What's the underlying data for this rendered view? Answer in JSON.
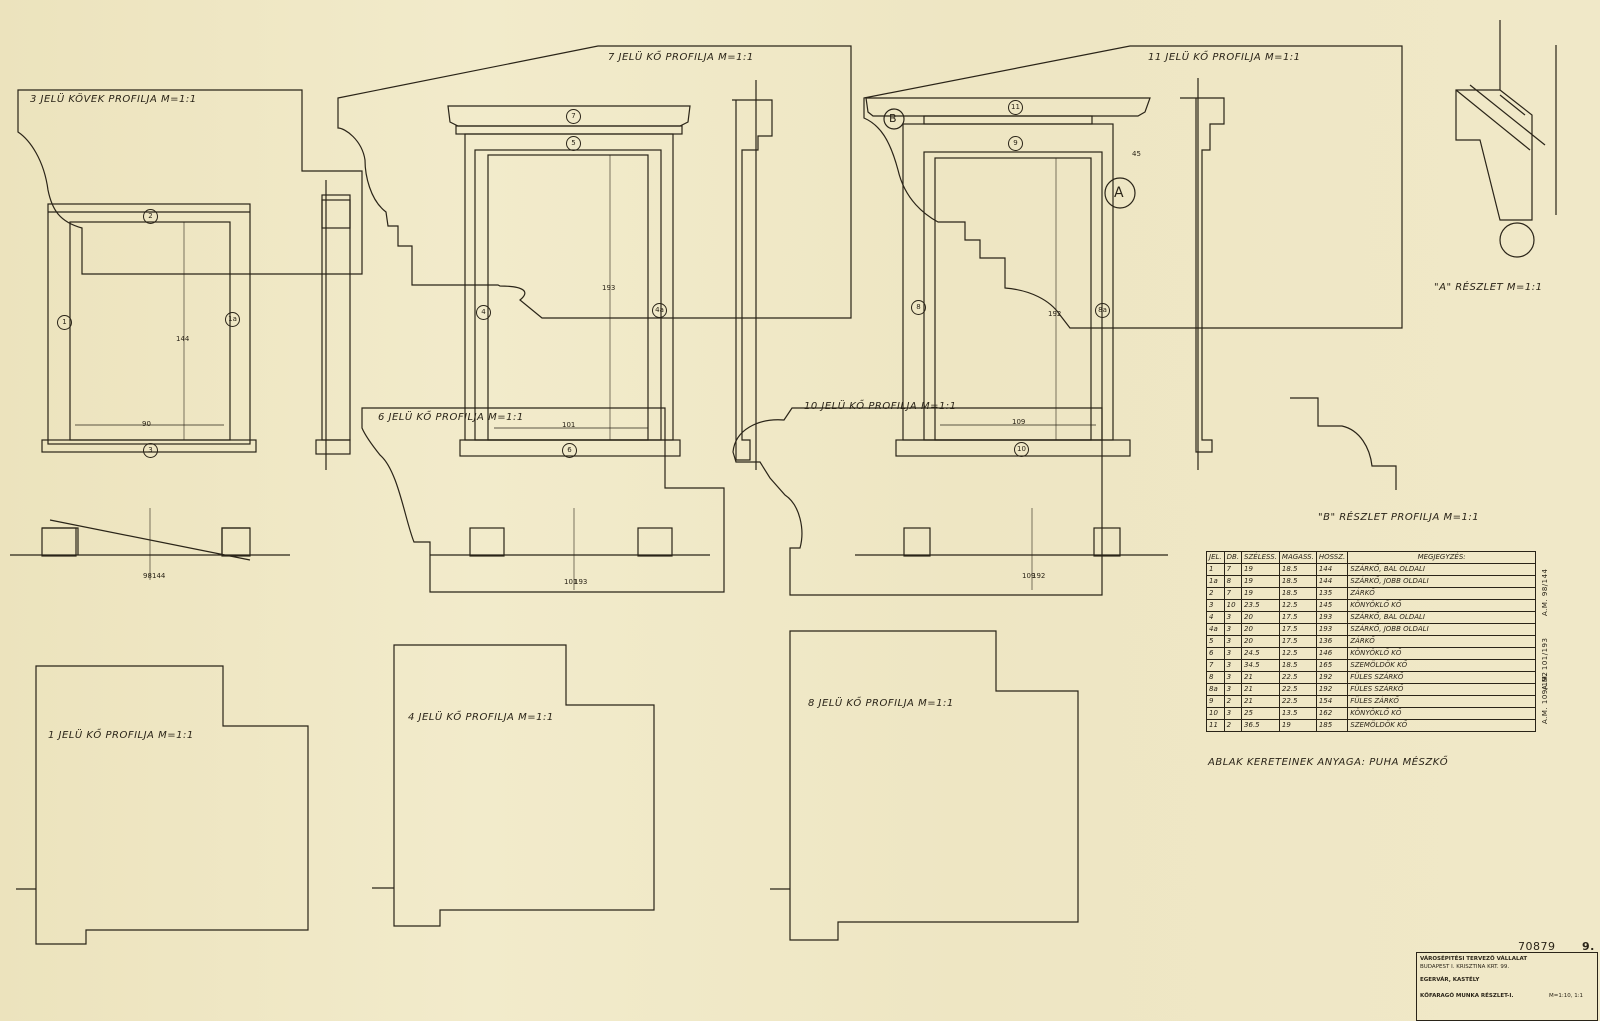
{
  "labels": {
    "p3": "3 JELÜ KÖVEK PROFILJA M=1:1",
    "p7": "7 JELÜ KŐ PROFILJA M=1:1",
    "p11": "11 JELÜ KŐ PROFILJA M=1:1",
    "p6": "6 JELÜ KŐ PROFILJA M=1:1",
    "p10": "10 JELÜ KŐ PROFILJA M=1:1",
    "p1": "1 JELÜ KŐ PROFILJA M=1:1",
    "p4": "4 JELÜ KŐ PROFILJA M=1:1",
    "p8": "8 JELÜ KŐ PROFILJA M=1:1",
    "detailA": "\"A\" RÉSZLET M=1:1",
    "detailB": "\"B\" RÉSZLET PROFILJA M=1:1",
    "material": "ABLAK KERETEINEK ANYAGA: PUHA MÉSZKŐ"
  },
  "dims": {
    "w1": "90",
    "w2": "101",
    "w3": "109",
    "h1": "144",
    "h2": "193",
    "h3": "192",
    "d1a": "98",
    "d1b": "144",
    "d2a": "101",
    "d2b": "193",
    "d3a": "109",
    "d3b": "192",
    "h45": "45"
  },
  "marks": {
    "m1": "1",
    "m1a": "1a",
    "m2": "2",
    "m3": "3",
    "m4": "4",
    "m4a": "4a",
    "m5": "5",
    "m6": "6",
    "m7": "7",
    "m8": "8",
    "m8a": "8a",
    "m9": "9",
    "m10": "10",
    "m11": "11",
    "mA": "A",
    "mB": "B"
  },
  "table": {
    "headers": [
      "JEL.",
      "DB.",
      "SZÉLESS.",
      "MAGASS.",
      "HOSSZ.",
      "MEGJEGYZÉS:"
    ],
    "rows": [
      [
        "1",
        "7",
        "19",
        "18.5",
        "144",
        "SZÁRKŐ, BAL OLDALI"
      ],
      [
        "1a",
        "8",
        "19",
        "18.5",
        "144",
        "SZÁRKŐ, JOBB OLDALI"
      ],
      [
        "2",
        "7",
        "19",
        "18.5",
        "135",
        "ZÁRKŐ"
      ],
      [
        "3",
        "10",
        "23.5",
        "12.5",
        "145",
        "KÖNYÖKLŐ KŐ"
      ],
      [
        "4",
        "3",
        "20",
        "17.5",
        "193",
        "SZÁRKŐ, BAL OLDALI"
      ],
      [
        "4a",
        "3",
        "20",
        "17.5",
        "193",
        "SZÁRKŐ, JOBB OLDALI"
      ],
      [
        "5",
        "3",
        "20",
        "17.5",
        "136",
        "ZÁRKŐ"
      ],
      [
        "6",
        "3",
        "24.5",
        "12.5",
        "146",
        "KÖNYÖKLŐ KŐ"
      ],
      [
        "7",
        "3",
        "34.5",
        "18.5",
        "165",
        "SZEMÖLDÖK KŐ"
      ],
      [
        "8",
        "3",
        "21",
        "22.5",
        "192",
        "FÜLES SZÁRKŐ"
      ],
      [
        "8a",
        "3",
        "21",
        "22.5",
        "192",
        "FÜLES SZÁRKŐ"
      ],
      [
        "9",
        "2",
        "21",
        "22.5",
        "154",
        "FÜLES ZÁRKŐ"
      ],
      [
        "10",
        "3",
        "25",
        "13.5",
        "162",
        "KÖNYÖKLŐ KŐ"
      ],
      [
        "11",
        "2",
        "36.5",
        "19",
        "185",
        "SZEMÖLDÖK KŐ"
      ]
    ],
    "side": [
      "A.M. 98/144",
      "A.M. 101/193",
      "A.M. 109/192"
    ]
  },
  "titleblock": {
    "company": "VÁROSÉPITÉSI TERVEZŐ VÁLLALAT",
    "address": "BUDAPEST I. KRISZTINA KRT. 99.",
    "project": "EGERVÁR, KASTÉLY",
    "sheet_title": "KŐFARAGÓ MUNKA RÉSZLET-I.",
    "scale": "M=1:10, 1:1",
    "doc_no": "70879",
    "sheet_no": "9."
  },
  "colors": {
    "paper": "#efe7c4",
    "ink": "#2a2418"
  }
}
